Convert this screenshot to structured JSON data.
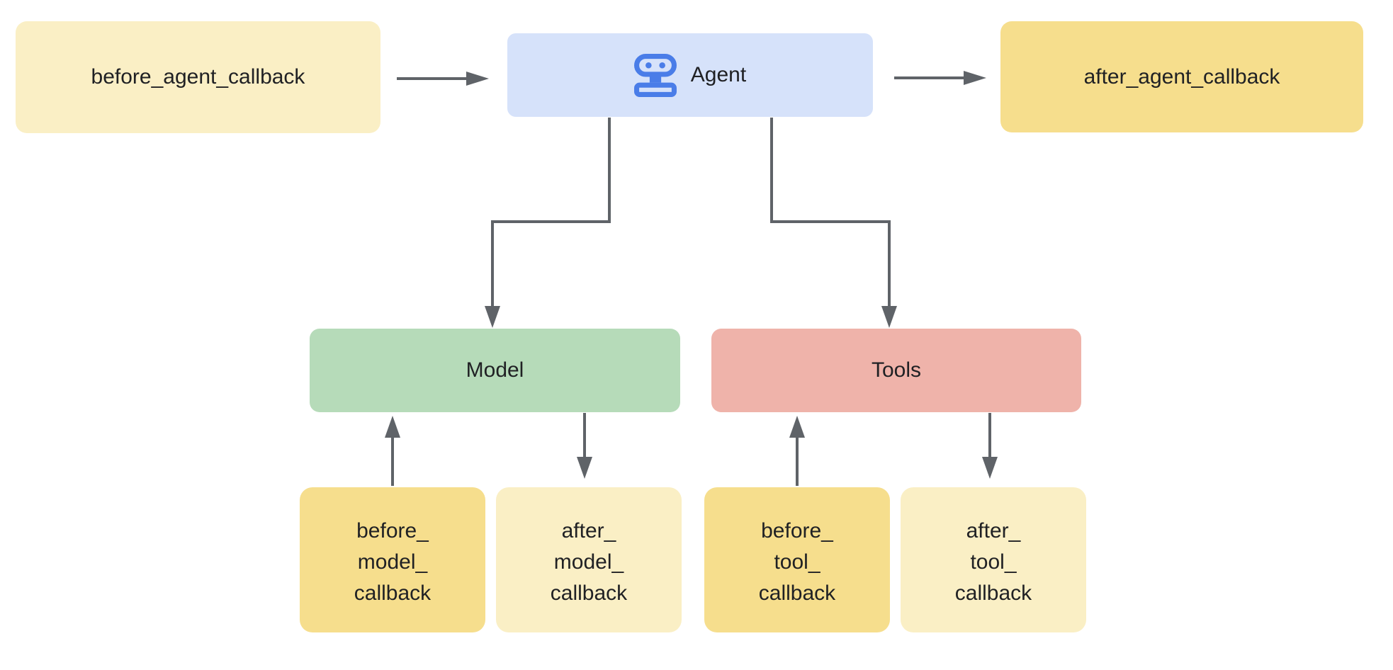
{
  "diagram": {
    "description": "Agent callback flow diagram",
    "colors": {
      "background": "#ffffff",
      "box_light_yellow": "#FAEFC5",
      "box_dark_yellow": "#F6DE8D",
      "box_blue": "#D6E2FA",
      "box_green": "#B6DBB9",
      "box_pink": "#EFB3AA",
      "arrow_gray": "#5F6368",
      "text": "#202124",
      "robot_icon_blue": "#4A7DE8"
    },
    "nodes": {
      "before_agent": {
        "label": "before_agent_callback"
      },
      "agent": {
        "label": "Agent",
        "icon": "robot-icon"
      },
      "after_agent": {
        "label": "after_agent_callback"
      },
      "model": {
        "label": "Model"
      },
      "tools": {
        "label": "Tools"
      },
      "before_model": {
        "label": "before_\nmodel_\ncallback"
      },
      "after_model": {
        "label": "after_\nmodel_\ncallback"
      },
      "before_tool": {
        "label": "before_\ntool_\ncallback"
      },
      "after_tool": {
        "label": "after_\ntool_\ncallback"
      }
    },
    "edges": [
      {
        "from": "before_agent",
        "to": "agent"
      },
      {
        "from": "agent",
        "to": "after_agent"
      },
      {
        "from": "agent",
        "to": "model"
      },
      {
        "from": "agent",
        "to": "tools"
      },
      {
        "from": "before_model",
        "to": "model"
      },
      {
        "from": "model",
        "to": "after_model"
      },
      {
        "from": "before_tool",
        "to": "tools"
      },
      {
        "from": "tools",
        "to": "after_tool"
      }
    ]
  }
}
